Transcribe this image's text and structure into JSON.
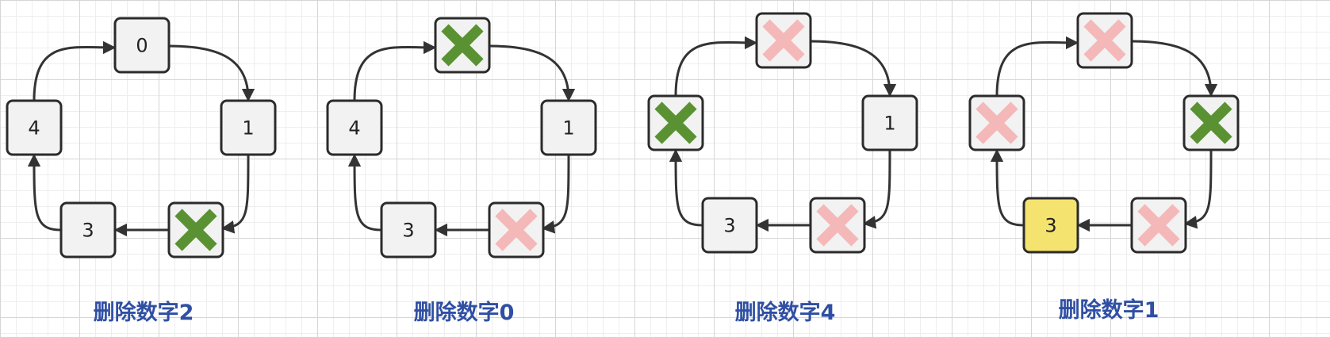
{
  "colors": {
    "node_fill": "#f2f2f2",
    "highlight_fill": "#f5e36f",
    "current_delete_mark": "#5a9233",
    "past_delete_mark": "#f4b8b8",
    "caption": "#2f4fa3",
    "edge": "#333333"
  },
  "icons": {
    "current_delete": "x-mark-icon (green)",
    "past_delete": "x-mark-icon (pink)"
  },
  "panels": [
    {
      "caption": "删除数字2",
      "nodes": [
        {
          "slot": "top",
          "label": "0",
          "state": "normal"
        },
        {
          "slot": "right",
          "label": "1",
          "state": "normal"
        },
        {
          "slot": "bottom-right",
          "label": "",
          "state": "current-delete"
        },
        {
          "slot": "bottom-left",
          "label": "3",
          "state": "normal"
        },
        {
          "slot": "left",
          "label": "4",
          "state": "normal"
        }
      ]
    },
    {
      "caption": "删除数字0",
      "nodes": [
        {
          "slot": "top",
          "label": "",
          "state": "current-delete"
        },
        {
          "slot": "right",
          "label": "1",
          "state": "normal"
        },
        {
          "slot": "bottom-right",
          "label": "",
          "state": "past-delete"
        },
        {
          "slot": "bottom-left",
          "label": "3",
          "state": "normal"
        },
        {
          "slot": "left",
          "label": "4",
          "state": "normal"
        }
      ]
    },
    {
      "caption": "删除数字4",
      "nodes": [
        {
          "slot": "top",
          "label": "",
          "state": "past-delete"
        },
        {
          "slot": "right",
          "label": "1",
          "state": "normal"
        },
        {
          "slot": "bottom-right",
          "label": "",
          "state": "past-delete"
        },
        {
          "slot": "bottom-left",
          "label": "3",
          "state": "normal"
        },
        {
          "slot": "left",
          "label": "",
          "state": "current-delete"
        }
      ]
    },
    {
      "caption": "删除数字1",
      "nodes": [
        {
          "slot": "top",
          "label": "",
          "state": "past-delete"
        },
        {
          "slot": "right",
          "label": "",
          "state": "current-delete"
        },
        {
          "slot": "bottom-right",
          "label": "",
          "state": "past-delete"
        },
        {
          "slot": "bottom-left",
          "label": "3",
          "state": "highlight"
        },
        {
          "slot": "left",
          "label": "",
          "state": "past-delete"
        }
      ]
    }
  ]
}
